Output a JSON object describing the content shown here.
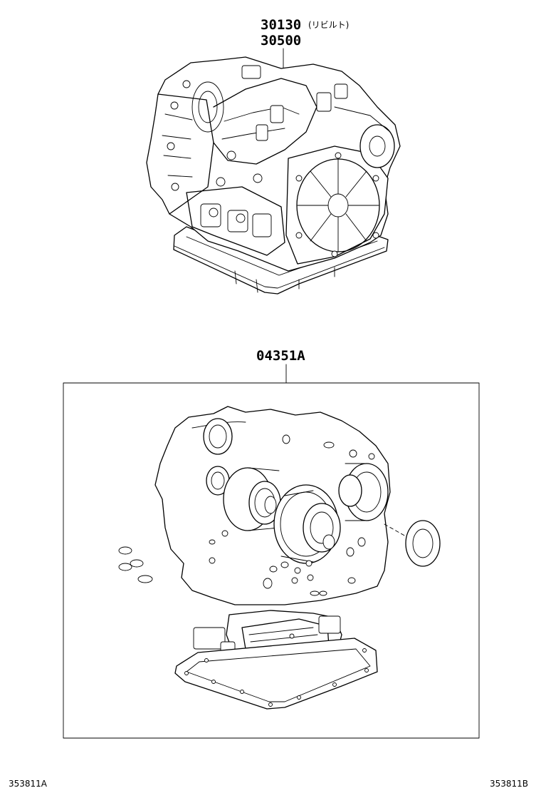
{
  "labels": {
    "part_rebuilt": "30130",
    "part_rebuilt_note": "(リビルト)",
    "part_assembly": "30500",
    "part_kit": "04351A",
    "figure_left": "353811A",
    "figure_right": "353811B"
  }
}
